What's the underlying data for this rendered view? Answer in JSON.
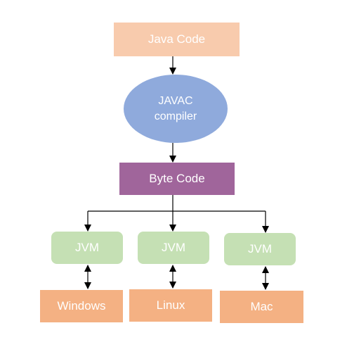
{
  "diagram": {
    "nodes": {
      "java_code": "Java Code",
      "javac_line1": "JAVAC",
      "javac_line2": "compiler",
      "byte_code": "Byte Code",
      "jvm_1": "JVM",
      "jvm_2": "JVM",
      "jvm_3": "JVM",
      "os_windows": "Windows",
      "os_linux": "Linux",
      "os_mac": "Mac"
    },
    "colors": {
      "java_code": "#f8cbad",
      "javac": "#8faadc",
      "byte_code": "#a0659b",
      "jvm": "#c5e0b4",
      "os": "#f4b183",
      "connector": "#000000"
    }
  }
}
